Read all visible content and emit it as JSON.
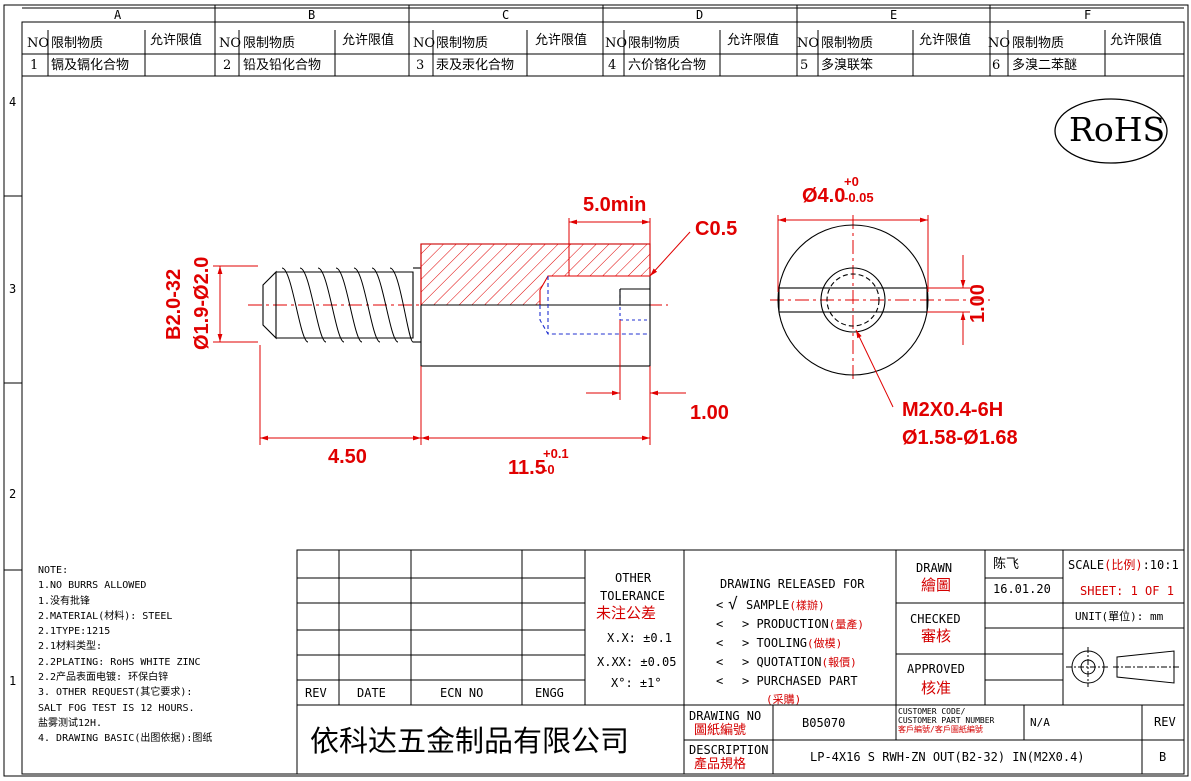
{
  "zones": {
    "cols": [
      "A",
      "B",
      "C",
      "D",
      "E",
      "F"
    ],
    "rows": [
      "4",
      "3",
      "2",
      "1"
    ]
  },
  "restricted": {
    "h_no": "NO",
    "h_sub": "限制物质",
    "h_lim": "允许限值",
    "items": [
      {
        "no": "1",
        "name": "镉及镉化合物"
      },
      {
        "no": "2",
        "name": "铅及铅化合物"
      },
      {
        "no": "3",
        "name": "汞及汞化合物"
      },
      {
        "no": "4",
        "name": "六价铬化合物"
      },
      {
        "no": "5",
        "name": "多溴联笨"
      },
      {
        "no": "6",
        "name": "多溴二苯醚"
      }
    ]
  },
  "rohs": "RoHS",
  "dims": {
    "len_min": "5.0min",
    "chamfer": "C0.5",
    "thread_label": "B2.0-32",
    "minor": "Ø1.9-Ø2.0",
    "len1": "4.50",
    "len2": "11.5",
    "len2_tol_up": "+0.1",
    "len2_tol_lo": "-0",
    "slot_depth": "1.00",
    "od": "Ø4.0",
    "od_tol_up": "+0",
    "od_tol_lo": "-0.05",
    "slot_w": "1.00",
    "tap": "M2X0.4-6H",
    "tap_d": "Ø1.58-Ø1.68"
  },
  "notes": [
    "NOTE:",
    "1.NO BURRS ALLOWED",
    "1.没有批锋",
    "2.MATERIAL(材料): STEEL",
    "2.1TYPE:1215",
    "2.1材料类型:",
    "2.2PLATING: RoHS WHITE ZINC",
    "2.2产品表面电镀: 环保白锌",
    "3. OTHER REQUEST(其它要求):",
    "SALT FOG TEST IS 12 HOURS.",
    "盐雾测试12H.",
    "4. DRAWING BASIC(出图依据):图纸"
  ],
  "rev_table": {
    "rev": "REV",
    "date": "DATE",
    "ecn": "ECN NO",
    "engg": "ENGG"
  },
  "tolerance": {
    "t1": "OTHER",
    "t2": "TOLERANCE",
    "t3": "未注公差",
    "x1": "X.X: ±0.1",
    "x2": "X.XX: ±0.05",
    "x3": "X°: ±1°"
  },
  "release": {
    "title": "DRAWING RELEASED FOR",
    "items": [
      {
        "en": "SAMPLE",
        "cn": "(樣辦)",
        "check": "√"
      },
      {
        "en": "PRODUCTION",
        "cn": "(量產)",
        "check": ""
      },
      {
        "en": "TOOLING",
        "cn": "(做模)",
        "check": ""
      },
      {
        "en": "QUOTATION",
        "cn": "(報價)",
        "check": ""
      },
      {
        "en": "PURCHASED PART",
        "cn": "(采購)",
        "check": ""
      }
    ]
  },
  "title_block": {
    "drawn": "DRAWN",
    "drawn_cn": "繪圖",
    "drawn_by": "陈飞",
    "date": "16.01.20",
    "scale_label": "SCALE",
    "scale_cn": "(比例)",
    "scale_val": ":10:1",
    "sheet": "SHEET:  1 OF 1",
    "unit": "UNIT(單位): mm",
    "checked": "CHECKED",
    "checked_cn": "審核",
    "approved": "APPROVED",
    "approved_cn": "核准",
    "company": "依科达五金制品有限公司",
    "dwg_no_label": "DRAWING NO",
    "dwg_no_cn": "圖紙編號",
    "dwg_no": "B05070",
    "cust_code": "CUSTOMER CODE/",
    "cust_pn": "CUSTOMER PART NUMBER",
    "cust_cn": "客戶編號/客戶圖紙編號",
    "cust_val": "N/A",
    "rev_label": "REV",
    "rev_val": "B",
    "desc_label": "DESCRIPTION",
    "desc_cn": "產品規格",
    "desc": "LP-4X16 S RWH-ZN OUT(B2-32) IN(M2X0.4)"
  }
}
